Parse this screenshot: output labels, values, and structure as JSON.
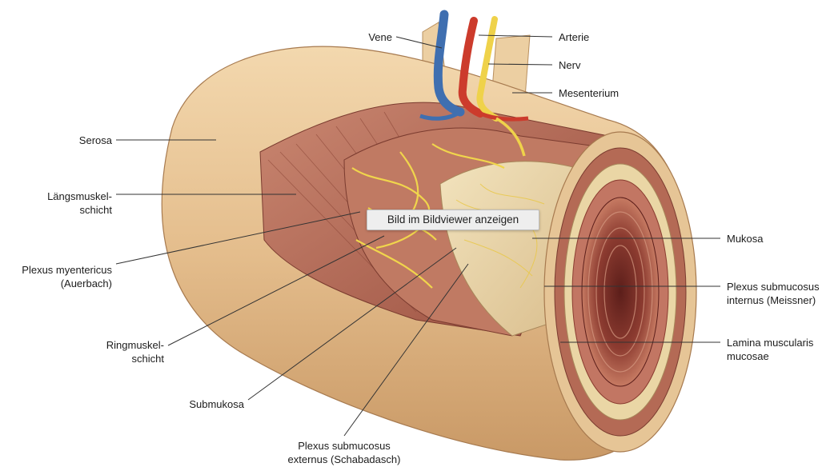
{
  "tooltip": {
    "text": "Bild im Bildviewer anzeigen"
  },
  "labels": {
    "vene": "Vene",
    "arterie": "Arterie",
    "nerv": "Nerv",
    "mesenterium": "Mesenterium",
    "serosa": "Serosa",
    "laengsmuskel": "Längsmuskel-\nschicht",
    "plexus_myentericus": "Plexus myentericus\n(Auerbach)",
    "ringmuskel": "Ringmuskel-\nschicht",
    "submukosa": "Submukosa",
    "plexus_submucosus_externus": "Plexus submucosus\nexternus (Schabadasch)",
    "mukosa": "Mukosa",
    "plexus_submucosus_internus": "Plexus submucosus\ninternus (Meissner)",
    "lamina_muscularis": "Lamina muscularis\nmucosae"
  },
  "colors": {
    "serosa": "#e2bb8a",
    "muscle": "#b46a55",
    "submucosa": "#ead6a5",
    "lumen": "#7a2d26",
    "vein": "#3f6fb0",
    "artery": "#cc3b2c",
    "nerve": "#efd24a"
  }
}
